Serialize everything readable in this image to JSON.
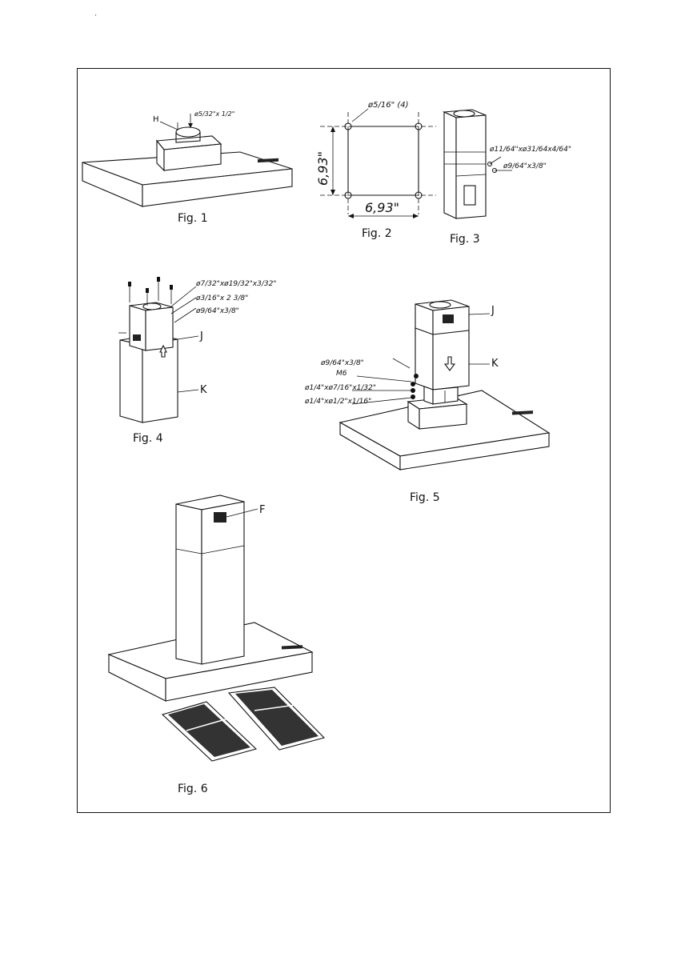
{
  "page_mark": "·",
  "fig1": {
    "caption": "Fig. 1",
    "label_h": "H",
    "screw": "ø5/32\"x 1/2\""
  },
  "fig2": {
    "caption": "Fig. 2",
    "holes": "ø5/16\" (4)",
    "width": "6,93\"",
    "height": "6,93\""
  },
  "fig3": {
    "caption": "Fig. 3",
    "washer": "ø11/64\"xø31/64x4/64\"",
    "screw": "ø9/64\"x3/8\""
  },
  "fig4": {
    "caption": "Fig. 4",
    "washer": "ø7/32\"xø19/32\"x3/32\"",
    "plug": "ø3/16\"x 2 3/8\"",
    "screw": "ø9/64\"x3/8\"",
    "label_j": "J",
    "label_k": "K"
  },
  "fig5": {
    "caption": "Fig. 5",
    "screw": "ø9/64\"x3/8\"",
    "nut": "M6",
    "washer_a": "ø1/4\"xø7/16\"x1/32\"",
    "washer_b": "ø1/4\"xø1/2\"x1/16\"",
    "label_j": "J",
    "label_k": "K"
  },
  "fig6": {
    "caption": "Fig. 6",
    "label_f": "F"
  }
}
